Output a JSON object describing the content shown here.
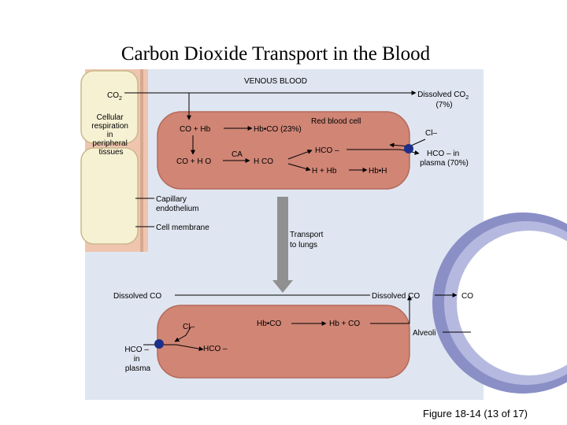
{
  "slide": {
    "title": "Carbon Dioxide Transport in the Blood",
    "caption": "Figure 18-14 (13 of 17)"
  },
  "diagram": {
    "venous_blood": "VENOUS BLOOD",
    "tissue": {
      "co2": "CO",
      "co2_sub": "2",
      "cellular_respiration": [
        "Cellular",
        "respiration",
        "in",
        "peripheral",
        "tissues"
      ]
    },
    "dissolved_top": [
      "Dissolved CO",
      "(7%)"
    ],
    "dissolved_top_sub": "2",
    "red_blood_cell": "Red blood cell",
    "co2_plus_hb": "CO  + Hb",
    "hb_co2_23": "Hb•CO  (23%)",
    "co2_plus_h2o": "CO  + H O",
    "ca": "CA",
    "h2co3": "H CO",
    "hco3_top": "HCO –",
    "h_plus_hb": "H  + Hb",
    "hbh": "Hb•H",
    "cl_top": "Cl–",
    "hco3_plasma": [
      "HCO –  in",
      "plasma (70%)"
    ],
    "capillary_endothelium": [
      "Capillary",
      "endothelium"
    ],
    "cell_membrane": "Cell membrane",
    "transport_to_lungs": [
      "Transport",
      "to lungs"
    ],
    "dissolved_bottom_left": "Dissolved CO",
    "dissolved_bottom_right": "Dissolved CO",
    "co2_lungs": "CO",
    "cl_bottom": "Cl–",
    "hb_co2_bottom": "Hb•CO",
    "hb_plus_co2": "Hb + CO",
    "hco3_bottom_plasma": [
      "HCO –",
      "in",
      "plasma"
    ],
    "hco3_bottom": "HCO –",
    "alveoli": "Alveoli"
  },
  "colors": {
    "panel": "#dfe6f1",
    "rbc_fill": "#d08575",
    "rbc_edge": "#b56a5b",
    "tissue_cell": "#f7f1d4",
    "endothelium": "#efc5b0",
    "alveolus": "#b6b9df",
    "transporter": "#1d2f8a",
    "arrow_gray": "#909090"
  }
}
